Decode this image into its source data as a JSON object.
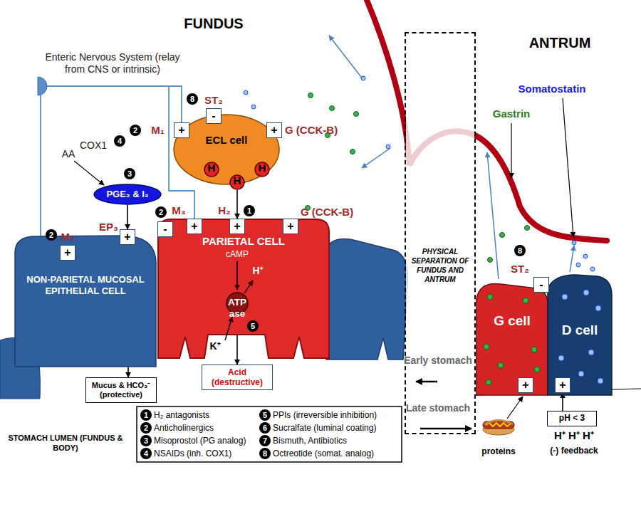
{
  "diagram": {
    "nodes": [
      {
        "text": [
          "Enteric Nervous System (relay from CNS or intrinsic)"
        ]
      },
      {
        "text": [
          "ECL cell"
        ]
      },
      {
        "text": [
          "H"
        ],
        "in": 1
      },
      {
        "text": [
          "H"
        ],
        "in": 1
      },
      {
        "text": [
          "H"
        ],
        "in": 1
      },
      {
        "text": [
          "M₁",
          "+"
        ]
      },
      {
        "text": [
          "ST₂",
          "-"
        ]
      },
      {
        "text": [
          "G (CCK-B)",
          "+"
        ]
      },
      {
        "text": [
          "PARIETAL CELL"
        ]
      },
      {
        "text": [
          "ATP ase"
        ],
        "in": 8
      },
      {
        "text": [
          "-"
        ]
      },
      {
        "text": [
          "M₃",
          "+"
        ]
      },
      {
        "text": [
          "H₂",
          "+"
        ]
      },
      {
        "text": [
          "G (CCK-B)",
          "+"
        ]
      },
      {
        "text": [
          "PGE₂ & I₂"
        ]
      },
      {
        "text": [
          "NON-PARIETAL MUCOSAL EPITHELIAL CELL"
        ]
      },
      {
        "text": [
          "M₂",
          "+"
        ]
      },
      {
        "text": [
          "EP₃",
          "+"
        ]
      },
      {
        "text": [
          "Mucus & HCO₃⁻ (protective)"
        ]
      },
      {
        "text": [
          "Acid (destructive)"
        ]
      },
      {
        "text": [
          "PHYSICAL SEPARATION OF FUNDUS AND ANTRUM"
        ]
      },
      {
        "text": [
          "G cell"
        ]
      },
      {
        "text": [
          "D cell"
        ]
      },
      {
        "text": [
          "ST₂",
          "-"
        ]
      },
      {
        "text": [
          "+"
        ]
      },
      {
        "text": [
          "+"
        ]
      },
      {
        "text": [
          "pH < 3"
        ]
      }
    ],
    "edges": [
      {
        "from": 0,
        "to": 5,
        "arrow": "none"
      },
      {
        "from": 0,
        "to": 16,
        "arrow": "none"
      },
      {
        "from": 0,
        "to": 11,
        "arrow": "none"
      },
      {
        "from": 3,
        "to": 12,
        "arrow": "to"
      },
      {
        "from": 14,
        "to": 17,
        "arrow": "to"
      },
      {
        "from": 15,
        "to": 18,
        "arrow": "to"
      },
      {
        "from": 9,
        "to": 19,
        "arrow": "to"
      },
      {
        "from": 26,
        "to": 25,
        "arrow": "to"
      }
    ],
    "labels": [
      "FUNDUS",
      "ANTRUM",
      "Somatostatin",
      "Gastrin",
      "AA",
      "COX1",
      "8",
      "2",
      "4",
      "3",
      "2",
      "2",
      "1",
      "5",
      "8",
      "H⁺",
      "cAMP",
      "K⁺",
      "Early stomach",
      "Late stomach",
      "proteins",
      "H⁺ H⁺ H⁺",
      "(-) feedback",
      "STOMACH LUMEN (FUNDUS & BODY)",
      "1",
      "2",
      "3",
      "4",
      "5",
      "6",
      "7",
      "8"
    ],
    "legend": [
      {
        "text": "H₂ antagonists"
      },
      {
        "text": "Anticholinergics"
      },
      {
        "text": "Misoprostol (PG analog)"
      },
      {
        "text": "NSAIDs (inh. COX1)"
      },
      {
        "text": "PPIs (irreversible inhibition)"
      },
      {
        "text": "Sucralfate (luminal coating)"
      },
      {
        "text": "Bismuth, Antibiotics"
      },
      {
        "text": "Octreotide (somat. analog)"
      }
    ]
  }
}
